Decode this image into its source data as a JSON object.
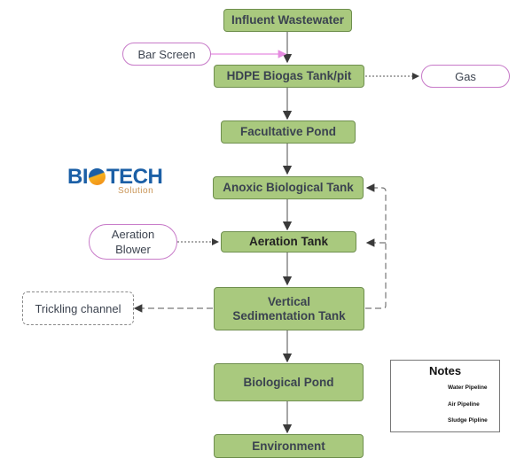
{
  "nodes": {
    "influent": "Influent Wastewater",
    "hdpe": "HDPE Biogas Tank/pit",
    "facultative": "Facultative Pond",
    "anoxic": "Anoxic Biological Tank",
    "aeration": "Aeration Tank",
    "sedimentation": "Vertical Sedimentation Tank",
    "biological_pond": "Biological Pond",
    "environment": "Environment"
  },
  "side_inputs": {
    "bar_screen": "Bar Screen",
    "gas": "Gas",
    "aeration_blower": "Aeration Blower",
    "trickling_channel": "Trickling channel"
  },
  "logo": {
    "main_left": "BI",
    "main_right": "TECH",
    "sub": "Solution"
  },
  "notes": {
    "title": "Notes",
    "items": [
      {
        "label": "Water Pipeline",
        "style": "solid"
      },
      {
        "label": "Air Pipeline",
        "style": "dotted"
      },
      {
        "label": "Sludge Pipline",
        "style": "dashdot"
      }
    ]
  },
  "colors": {
    "process_fill": "#a9c97e",
    "process_border": "#6f8f4e",
    "pill_border": "#c77ac8",
    "bar_screen_arrow": "#e58be0",
    "line": "#555555",
    "logo_blue": "#1b5fa6",
    "logo_orange": "#f0a020"
  }
}
